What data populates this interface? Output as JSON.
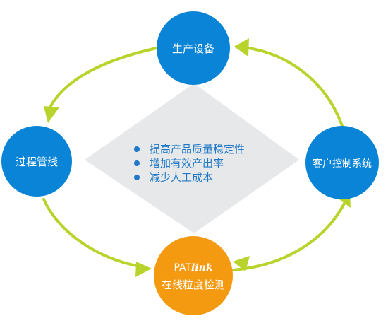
{
  "nodes": {
    "top": {
      "label": "生产设备",
      "color": "#0a84d6"
    },
    "left": {
      "label": "过程管线",
      "color": "#0a84d6"
    },
    "right": {
      "label": "客户控制系统",
      "color": "#0a84d6"
    },
    "bottom": {
      "brand_main": "PAT",
      "brand_italic": "link",
      "label": "在线粒度检测",
      "color": "#f39a10"
    }
  },
  "center": {
    "bullets": [
      "提高产品质量稳定性",
      "增加有效产出率",
      "减少人工成本"
    ],
    "bullet_color": "#1f78c8",
    "background": "#e6e8ea"
  },
  "arrow_color": "#b8d42c"
}
